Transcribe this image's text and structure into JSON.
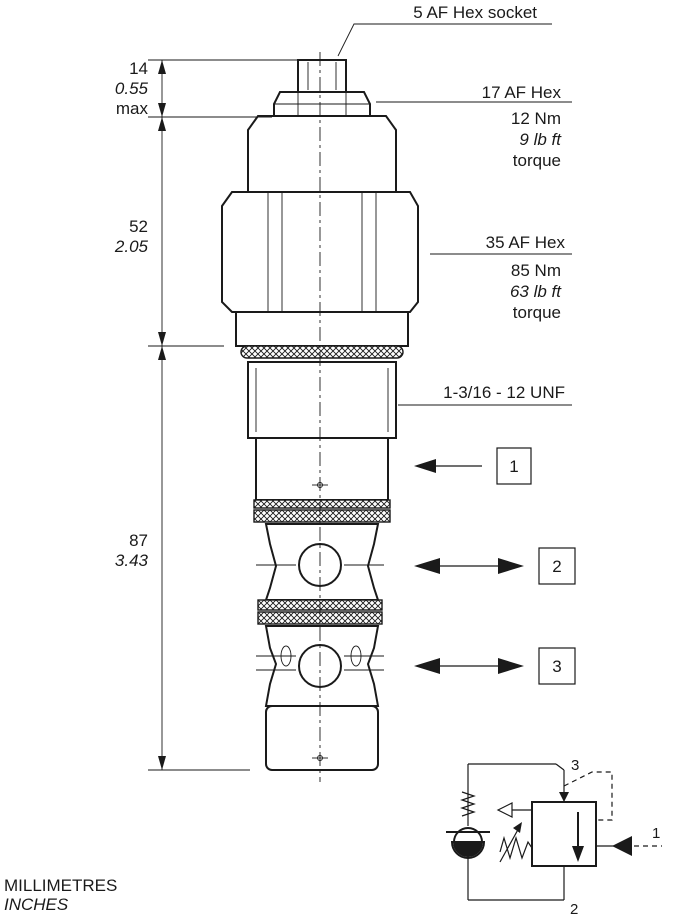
{
  "callouts": {
    "hex_socket": "5 AF Hex socket",
    "hex17": {
      "size": "17 AF Hex",
      "torque_nm": "12 Nm",
      "torque_lbft": "9 lb ft",
      "torque_word": "torque"
    },
    "hex35": {
      "size": "35 AF Hex",
      "torque_nm": "85 Nm",
      "torque_lbft": "63 lb ft",
      "torque_word": "torque"
    },
    "thread": "1-3/16 - 12 UNF"
  },
  "dimensions": {
    "top": {
      "mm": "14",
      "in": "0.55",
      "note": "max"
    },
    "middle": {
      "mm": "52",
      "in": "2.05"
    },
    "bottom": {
      "mm": "87",
      "in": "3.43"
    }
  },
  "ports": [
    {
      "number": "1",
      "flow": "in"
    },
    {
      "number": "2",
      "flow": "both"
    },
    {
      "number": "3",
      "flow": "both"
    }
  ],
  "schematic": {
    "port_top": "3",
    "port_right": "1",
    "port_bottom": "2"
  },
  "units": {
    "primary": "MILLIMETRES",
    "secondary": "INCHES"
  }
}
